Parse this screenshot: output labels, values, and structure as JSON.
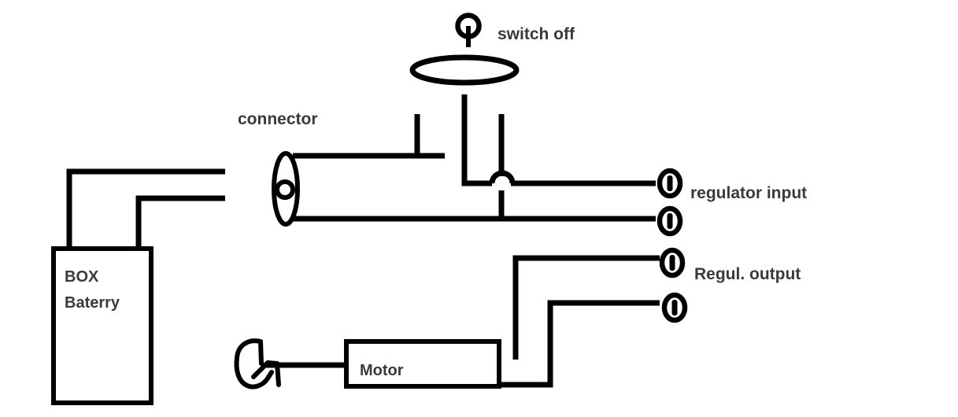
{
  "diagram": {
    "title": "Battery box, switch, connector, regulator and motor wiring sketch",
    "background_color": "#ffffff",
    "line_color": "#000000",
    "text_color": "#3a3a3a",
    "labels": {
      "switch_off": "switch off",
      "connector": "connector",
      "regulator_input": "regulator input",
      "regulator_output": "Regul. output",
      "box_line1": "BOX",
      "box_line2": "Baterry",
      "motor": "Motor"
    },
    "components": [
      {
        "name": "battery-box",
        "label": "BOX Baterry",
        "shape": "rectangle"
      },
      {
        "name": "connector",
        "label": "connector",
        "shape": "ellipse-with-hole"
      },
      {
        "name": "switch",
        "label": "switch off",
        "shape": "ellipse-with-knob"
      },
      {
        "name": "motor",
        "label": "Motor",
        "shape": "rectangle-with-propeller"
      },
      {
        "name": "regulator-input-terminal-top",
        "label": "regulator input",
        "shape": "terminal"
      },
      {
        "name": "regulator-input-terminal-bottom",
        "label": "",
        "shape": "terminal"
      },
      {
        "name": "regulator-output-terminal-top",
        "label": "Regul. output",
        "shape": "terminal"
      },
      {
        "name": "regulator-output-terminal-bottom",
        "label": "",
        "shape": "terminal"
      }
    ]
  }
}
